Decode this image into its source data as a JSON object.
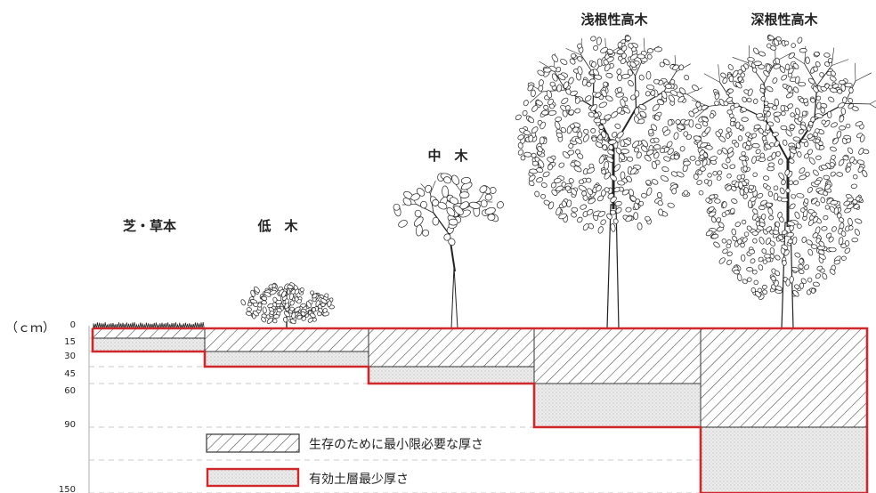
{
  "unit_label": "（ｃｍ）",
  "depth_ticks": [
    "0",
    "15",
    "30",
    "45",
    "60",
    "90",
    "150"
  ],
  "plants": [
    {
      "label": "芝・草本",
      "survival_min_cm": 15,
      "effective_min_cm": 30
    },
    {
      "label": "低　木",
      "survival_min_cm": 30,
      "effective_min_cm": 45
    },
    {
      "label": "中　木",
      "survival_min_cm": 45,
      "effective_min_cm": 60
    },
    {
      "label": "浅根性高木",
      "survival_min_cm": 60,
      "effective_min_cm": 90
    },
    {
      "label": "深根性高木",
      "survival_min_cm": 90,
      "effective_min_cm": 150
    }
  ],
  "legend": {
    "survival": "生存のために最小限必要な厚さ",
    "effective": "有効土層最少厚さ"
  },
  "colors": {
    "red_outline": "#d0282a",
    "hatch_line": "#333333",
    "dot_fill": "#e9e9e9",
    "dashed_line": "#aaaaaa"
  }
}
